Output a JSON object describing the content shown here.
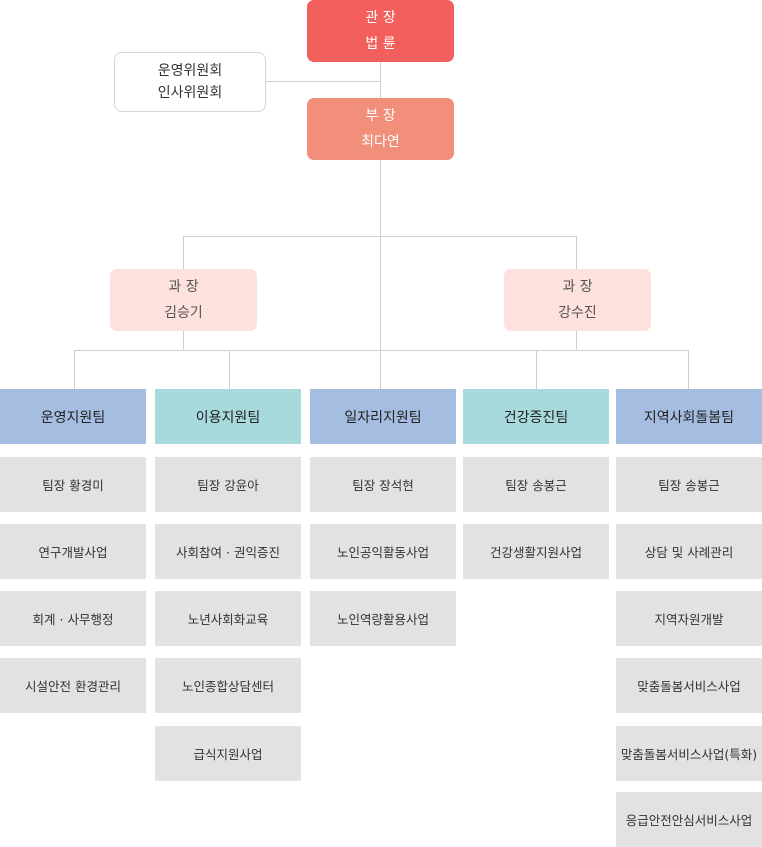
{
  "director": {
    "title": "관 장",
    "name": "법 륜"
  },
  "councils": [
    "운영위원회",
    "인사위원회"
  ],
  "deputy": {
    "title": "부 장",
    "name": "최다연"
  },
  "managers": [
    {
      "title": "과 장",
      "name": "김승기"
    },
    {
      "title": "과 장",
      "name": "강수진"
    }
  ],
  "teams": [
    {
      "name": "운영지원팀",
      "items": [
        "팀장 황경미",
        "연구개발사업",
        "회계 · 사무행정",
        "시설안전 환경관리"
      ]
    },
    {
      "name": "이용지원팀",
      "items": [
        "팀장 강윤아",
        "사회참여 · 권익증진",
        "노년사회화교육",
        "노인종합상담센터",
        "급식지원사업"
      ]
    },
    {
      "name": "일자리지원팀",
      "items": [
        "팀장 장석현",
        "노인공익활동사업",
        "노인역량활용사업"
      ]
    },
    {
      "name": "건강증진팀",
      "items": [
        "팀장 송봉근",
        "건강생활지원사업"
      ]
    },
    {
      "name": "지역사회돌봄팀",
      "items": [
        "팀장 송봉근",
        "상담 및 사례관리",
        "지역자원개발",
        "맞춤돌봄서비스사업",
        "맞춤돌봄서비스사업(특화)",
        "응급안전안심서비스사업"
      ]
    }
  ],
  "colors": {
    "director": "#f25f5c",
    "deputy": "#f28f7a",
    "manager": "#fde1dd",
    "team_blue": "#a4bde0",
    "team_teal": "#a8d9dc",
    "item": "#e2e2e2",
    "line": "#cfcfcf"
  }
}
